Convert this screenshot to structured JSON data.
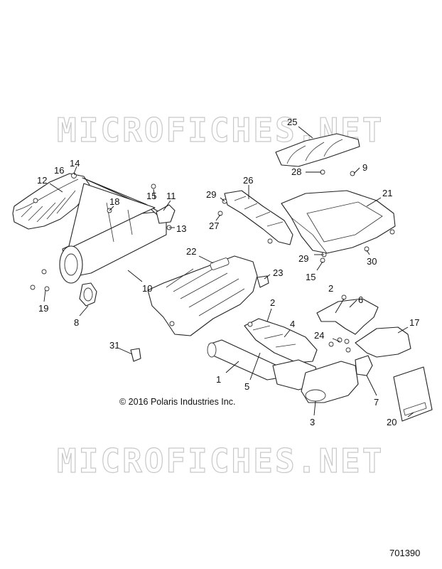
{
  "diagram": {
    "watermarks": [
      "MICROFICHES.NET",
      "MICROFICHES.NET"
    ],
    "copyright": "© 2016 Polaris Industries Inc.",
    "document_number": "701390",
    "callouts": [
      "1",
      "2",
      "2",
      "3",
      "4",
      "5",
      "6",
      "7",
      "8",
      "9",
      "10",
      "11",
      "12",
      "13",
      "14",
      "15",
      "15",
      "16",
      "17",
      "18",
      "19",
      "20",
      "21",
      "22",
      "23",
      "24",
      "25",
      "26",
      "27",
      "28",
      "29",
      "29",
      "30",
      "31"
    ]
  }
}
